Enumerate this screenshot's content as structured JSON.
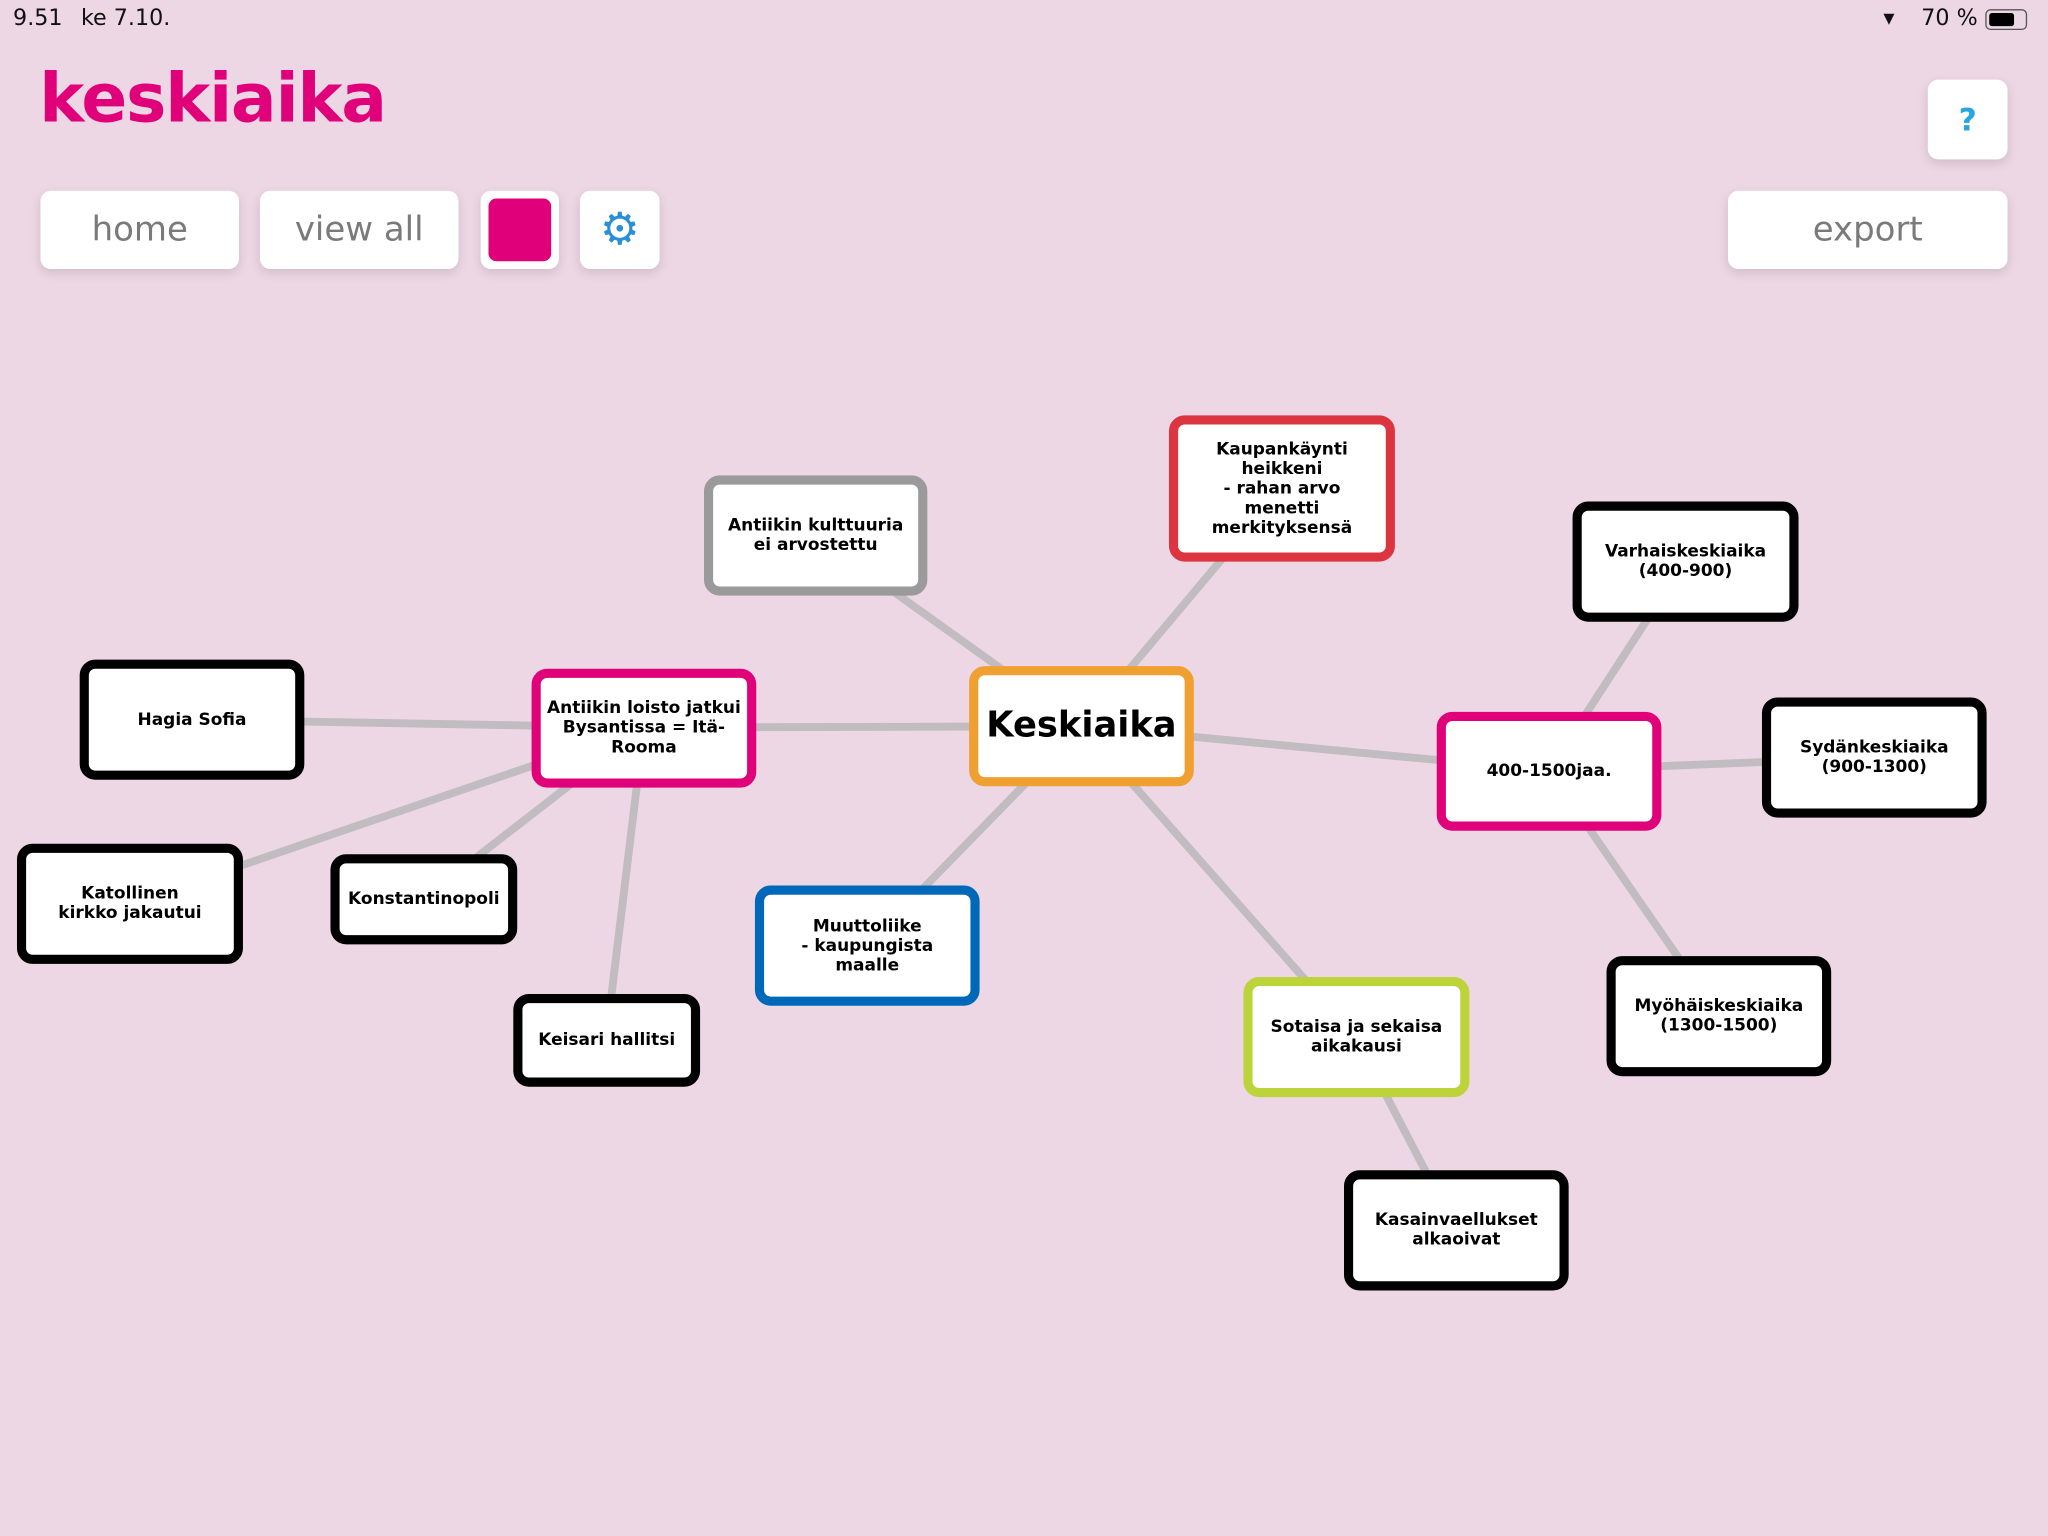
{
  "status": {
    "time": "9.51",
    "date": "ke 7.10.",
    "battery": "70 %"
  },
  "app": {
    "title": "keskiaika"
  },
  "toolbar": {
    "home": "home",
    "view_all": "view all",
    "export": "export",
    "help": "?",
    "color_swatch": "#e0007a"
  },
  "colors": {
    "orange": "#f0a030",
    "gray": "#9a9a9a",
    "red": "#dc3540",
    "pink": "#e0007a",
    "blue": "#0068b8",
    "lime": "#bcd43a",
    "black": "#000000"
  },
  "nodes": [
    {
      "id": "center",
      "label": "Keskiaika"
    },
    {
      "id": "antiikki-kulttuuri",
      "label": "Antiikin kulttuuria ei arvostettu"
    },
    {
      "id": "kaupankaynti",
      "label": "Kaupankäynti\nheikkeni\n- rahan arvo\nmenetti\nmerkityksensä"
    },
    {
      "id": "varhais",
      "label": "Varhaiskeskiaika\n(400-900)"
    },
    {
      "id": "aikajana",
      "label": "400-1500jaa."
    },
    {
      "id": "sydan",
      "label": "Sydänkeskiaika\n(900-1300)"
    },
    {
      "id": "myohais",
      "label": "Myöhäiskeskiaika\n(1300-1500)"
    },
    {
      "id": "sotaisa",
      "label": "Sotaisa ja sekaisa\naikakausi"
    },
    {
      "id": "kasainvaellukset",
      "label": "Kasainvaellukset\nalkaoivat"
    },
    {
      "id": "muuttoliike",
      "label": "Muuttoliike\n- kaupungista\nmaalle"
    },
    {
      "id": "antiikin-loisto",
      "label": "Antiikin loisto jatkui\nBysantissa = Itä-\nRooma"
    },
    {
      "id": "hagia",
      "label": "Hagia Sofia"
    },
    {
      "id": "katollinen",
      "label": "Katollinen\nkirkko jakautui"
    },
    {
      "id": "konstantinopoli",
      "label": "Konstantinopoli"
    },
    {
      "id": "keisari",
      "label": "Keisari hallitsi"
    }
  ]
}
